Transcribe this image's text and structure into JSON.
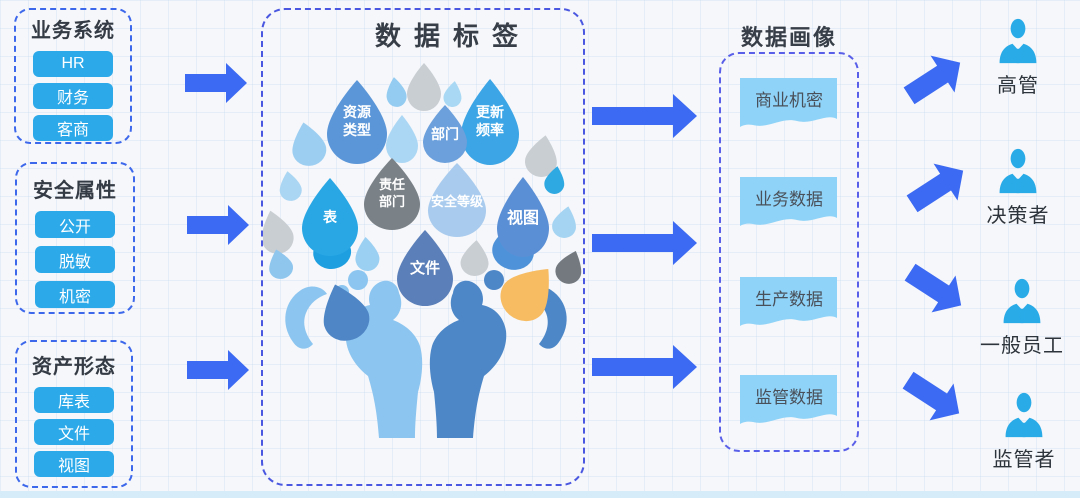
{
  "left_panels": [
    {
      "title": "业务系统",
      "items": [
        "HR",
        "财务",
        "客商"
      ]
    },
    {
      "title": "安全属性",
      "items": [
        "公开",
        "脱敏",
        "机密"
      ]
    },
    {
      "title": "资产形态",
      "items": [
        "库表",
        "文件",
        "视图"
      ]
    }
  ],
  "tree": {
    "title": "数据标签",
    "droplets": [
      {
        "l1": "资源",
        "l2": "类型"
      },
      {
        "l1": "更新",
        "l2": "频率"
      },
      {
        "l1": "部门"
      },
      {
        "l1": "责任",
        "l2": "部门"
      },
      {
        "l1": "安全等级"
      },
      {
        "l1": "表"
      },
      {
        "l1": "视图"
      },
      {
        "l1": "文件"
      }
    ]
  },
  "profile": {
    "title": "数据画像",
    "items": [
      "商业机密",
      "业务数据",
      "生产数据",
      "监管数据"
    ]
  },
  "people": [
    {
      "label": "高管"
    },
    {
      "label": "决策者"
    },
    {
      "label": "一般员工"
    },
    {
      "label": "监管者"
    }
  ],
  "colors": {
    "arrow_blue": "#3d6af2",
    "pill_blue": "#2ba9e9",
    "flag_blue": "#8fd3f8",
    "person_cyan": "#29abe8",
    "dash_border": "#4a57e0",
    "drop_azure": "#29a7e5",
    "drop_medium_blue": "#5b96d8",
    "drop_bright_blue": "#3ba5e5",
    "drop_steel_blue": "#5b7fb9",
    "drop_light_blue": "#a9cbee",
    "drop_gray": "#c9ced3",
    "drop_dark_gray": "#7a8187",
    "drop_orange": "#f7bb61",
    "hand_left": "#8cc5f0",
    "hand_right": "#4d87c8",
    "grid_bg": "#f5f7fa"
  }
}
